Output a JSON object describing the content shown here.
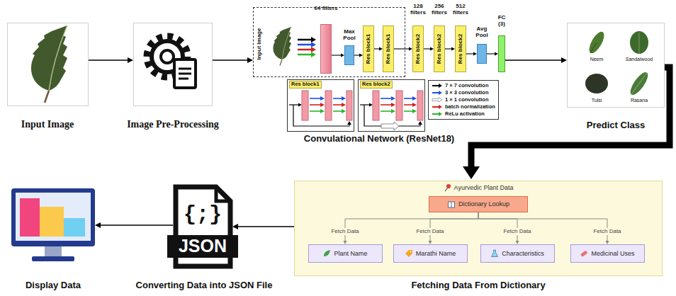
{
  "diagram": {
    "nodes": [
      {
        "text": [
          "Input Image"
        ]
      },
      {
        "text": [
          "Image Pre-Processing"
        ]
      },
      {
        "text": [
          "Input Image"
        ]
      },
      {
        "text": [
          "64 filters"
        ],
        "in": 2
      },
      {
        "text": [
          "Max Pool"
        ],
        "in": 2
      },
      {
        "text": [
          "Res block1"
        ],
        "in": 2
      },
      {
        "text": [
          "Res block1"
        ],
        "in": 2
      },
      {
        "text": [
          "128 filters",
          "Res block2"
        ]
      },
      {
        "text": [
          "256 filters",
          "Res block2"
        ]
      },
      {
        "text": [
          "512 filters",
          "Res block2"
        ]
      },
      {
        "text": [
          "Avg Pool"
        ]
      },
      {
        "text": [
          "FC (3)"
        ]
      },
      {
        "text": [
          "Res block1"
        ]
      },
      {
        "text": [
          "Res block2"
        ]
      },
      {
        "text": [
          "Predict Class"
        ]
      },
      {
        "text": [
          "Ayurvedic Plant Data",
          "Fetching Data From Dictionary"
        ]
      },
      {
        "text": [
          "Dictionary Lookup"
        ],
        "in": 15
      },
      {
        "text": [
          "Plant Name"
        ],
        "in": 15
      },
      {
        "text": [
          "Marathi Name"
        ],
        "in": 15
      },
      {
        "text": [
          "Characteristics"
        ],
        "in": 15
      },
      {
        "text": [
          "Medicinal Uses"
        ],
        "in": 15
      },
      {
        "text": [
          "{;}",
          "JSON",
          "Converting Data into JSON File"
        ]
      },
      {
        "text": [
          "Display Data"
        ]
      }
    ],
    "edges": [
      {
        "from": 0,
        "to": 1,
        "arrow": "to"
      },
      {
        "from": 1,
        "to": 2,
        "arrow": "to"
      },
      {
        "from": 3,
        "to": 4,
        "arrow": "to"
      },
      {
        "from": 4,
        "to": 5,
        "arrow": "to"
      },
      {
        "from": 5,
        "to": 6,
        "arrow": "to"
      },
      {
        "from": 6,
        "to": 7,
        "arrow": "to"
      },
      {
        "from": 7,
        "to": 8,
        "arrow": "to"
      },
      {
        "from": 8,
        "to": 9,
        "arrow": "to"
      },
      {
        "from": 9,
        "to": 10,
        "arrow": "to"
      },
      {
        "from": 10,
        "to": 11,
        "arrow": "to"
      },
      {
        "from": 11,
        "to": 14,
        "arrow": "to"
      },
      {
        "from": 14,
        "to": 15,
        "arrow": "to"
      },
      {
        "from": 16,
        "to": 17,
        "label": "Fetch Data",
        "arrow": "to"
      },
      {
        "from": 16,
        "to": 18,
        "label": "Fetch Data",
        "arrow": "to"
      },
      {
        "from": 16,
        "to": 19,
        "label": "Fetch Data",
        "arrow": "to"
      },
      {
        "from": 16,
        "to": 20,
        "label": "Fetch Data",
        "arrow": "to"
      },
      {
        "from": 15,
        "to": 21,
        "arrow": "to"
      },
      {
        "from": 21,
        "to": 22,
        "arrow": "to"
      }
    ],
    "labels": [
      "Convulational Network (ResNet18)",
      "Neem",
      "Sandalwood",
      "Tulsi",
      "Rasana"
    ],
    "legend": [
      {
        "text": "7 × 7 convolution"
      },
      {
        "text": "3 × 3 convolution"
      },
      {
        "text": "1 × 1 convolution"
      },
      {
        "text": "batch normalization"
      },
      {
        "text": "ReLu activation"
      }
    ]
  }
}
